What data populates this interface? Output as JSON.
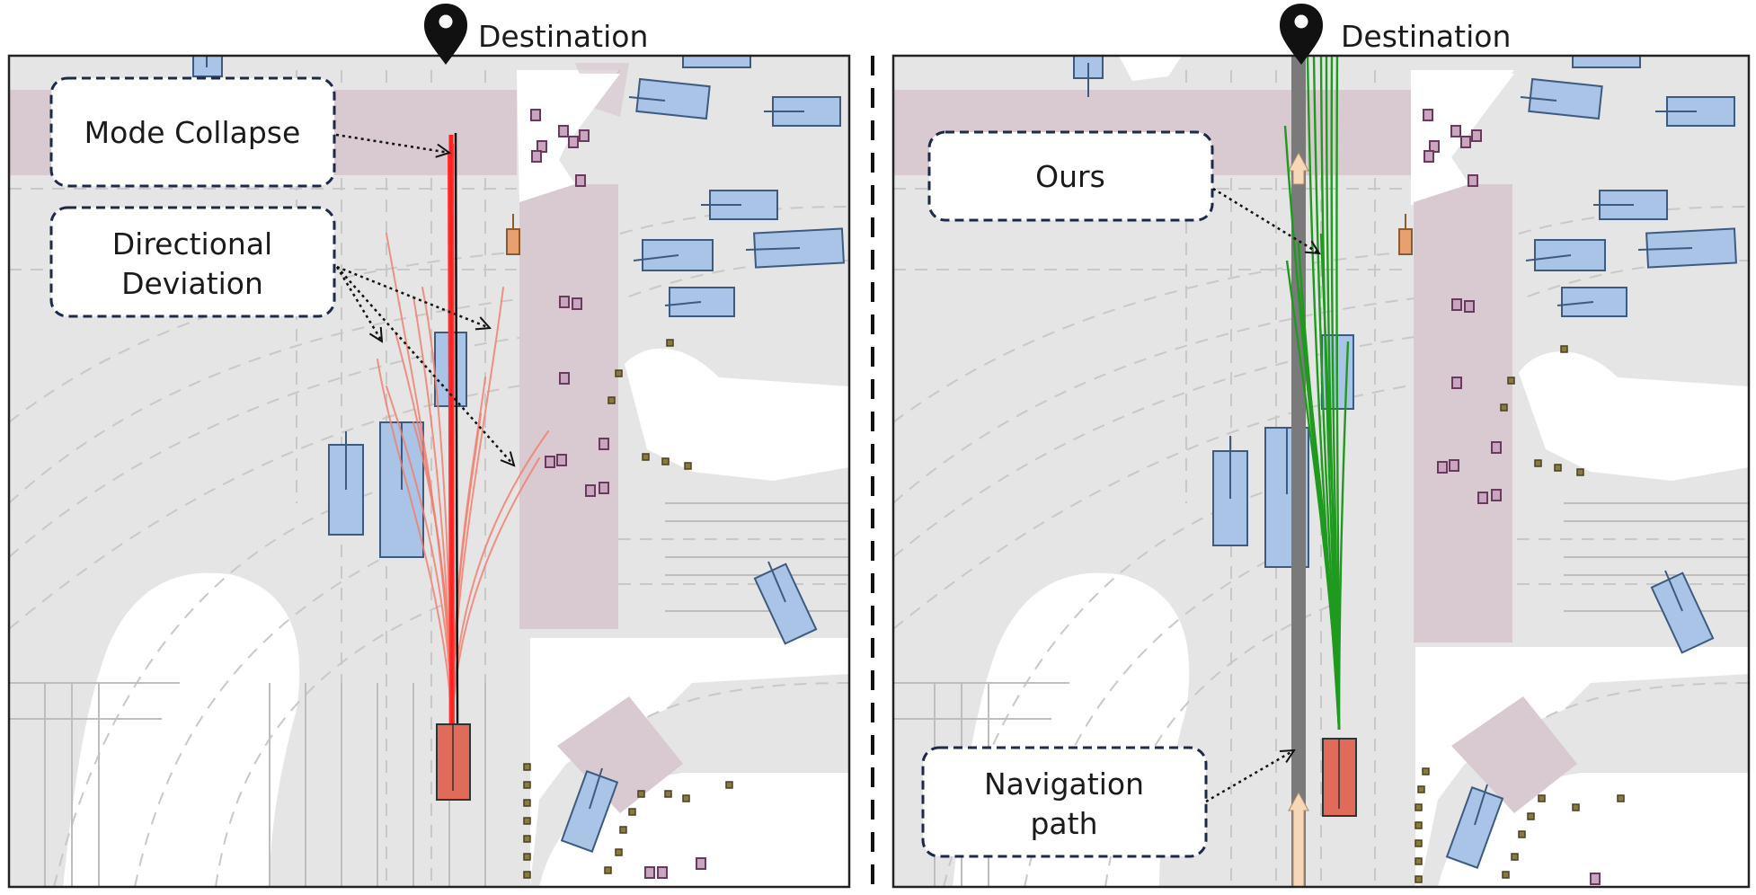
{
  "left_panel": {
    "destination_label": "Destination",
    "labels": {
      "mode_collapse": "Mode Collapse",
      "directional_deviation_line1": "Directional",
      "directional_deviation_line2": "Deviation"
    }
  },
  "right_panel": {
    "destination_label": "Destination",
    "labels": {
      "ours": "Ours",
      "navigation_path_line1": "Navigation",
      "navigation_path_line2": "path"
    }
  },
  "colors": {
    "road": "#e6e6e6",
    "crosswalk": "#dccbd2",
    "vehicle": "#a9c4e6",
    "vehicle_edge": "#3d5a80",
    "ego": "#e06b5b",
    "pedestrian": "#c9a6c0",
    "pedestrian_edge": "#6a3a5e",
    "trajectory_collapse": "#ff2020",
    "trajectory_deviation": "#f08070",
    "trajectory_ours": "#1f9a1f",
    "navigation_path": "#7a7a7a",
    "label_border": "#1c2a4a"
  },
  "icons": [
    "map-pin-icon",
    "map-pin-icon"
  ]
}
